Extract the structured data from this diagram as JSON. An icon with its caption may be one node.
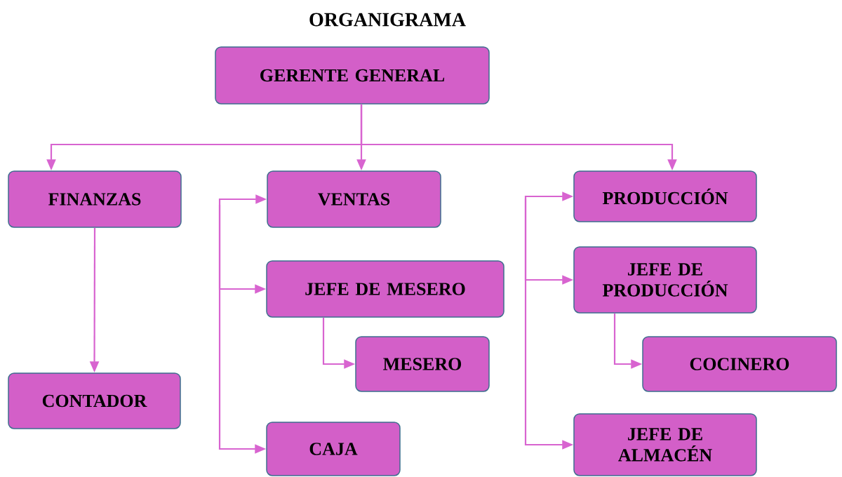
{
  "diagram": {
    "title": "ORGANIGRAMA",
    "nodes": [
      {
        "text": [
          "GERENTE GENERAL"
        ]
      },
      {
        "text": [
          "FINANZAS"
        ]
      },
      {
        "text": [
          "VENTAS"
        ]
      },
      {
        "text": [
          "PRODUCCIÓN"
        ]
      },
      {
        "text": [
          "CONTADOR"
        ]
      },
      {
        "text": [
          "JEFE DE MESERO"
        ]
      },
      {
        "text": [
          "MESERO"
        ]
      },
      {
        "text": [
          "CAJA"
        ]
      },
      {
        "text": [
          "JEFE DE PRODUCCIÓN"
        ]
      },
      {
        "text": [
          "COCINERO"
        ]
      },
      {
        "text": [
          "JEFE DE ALMACÉN"
        ]
      }
    ],
    "edges": [
      {
        "from": 0,
        "to": 1,
        "arrow": "to"
      },
      {
        "from": 0,
        "to": 2,
        "arrow": "to"
      },
      {
        "from": 0,
        "to": 3,
        "arrow": "to"
      },
      {
        "from": 1,
        "to": 4,
        "arrow": "to"
      },
      {
        "from": null,
        "to": 2,
        "arrow": "to"
      },
      {
        "from": null,
        "to": 5,
        "arrow": "to"
      },
      {
        "from": null,
        "to": 7,
        "arrow": "to"
      },
      {
        "from": 5,
        "to": 6,
        "arrow": "to"
      },
      {
        "from": null,
        "to": 3,
        "arrow": "to"
      },
      {
        "from": null,
        "to": 8,
        "arrow": "to"
      },
      {
        "from": null,
        "to": 10,
        "arrow": "to"
      },
      {
        "from": 8,
        "to": 9,
        "arrow": "to"
      }
    ]
  }
}
